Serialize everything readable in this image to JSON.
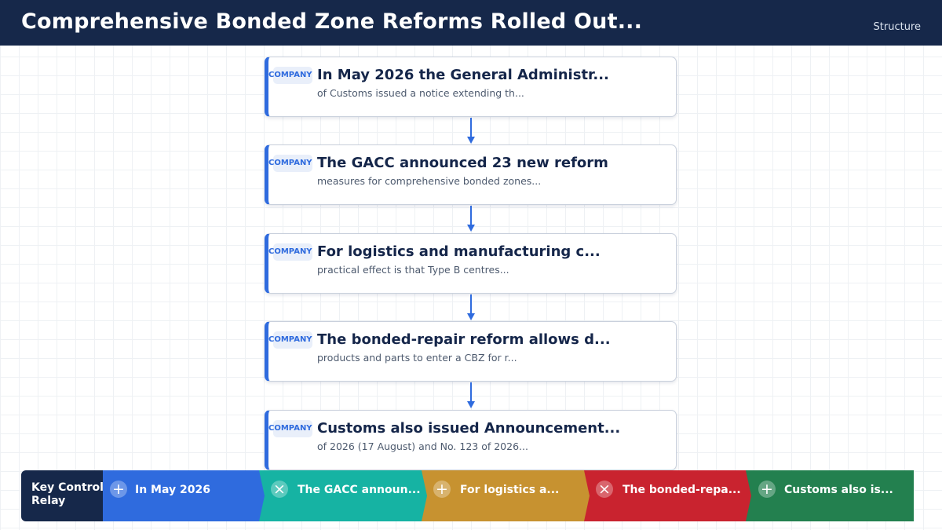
{
  "header": {
    "title": "Comprehensive Bonded Zone Reforms Rolled Out...",
    "tag": "Structure"
  },
  "flow": {
    "cards": [
      {
        "badge": "COMPANY",
        "title": "In May 2026 the General Administr...",
        "desc": "of Customs issued a notice extending th..."
      },
      {
        "badge": "COMPANY",
        "title": "The GACC announced 23 new reform",
        "desc": "measures for comprehensive bonded zones..."
      },
      {
        "badge": "COMPANY",
        "title": "For logistics and manufacturing c...",
        "desc": "practical effect is that Type B centres..."
      },
      {
        "badge": "COMPANY",
        "title": "The bonded-repair reform allows d...",
        "desc": "products and parts to enter a CBZ for r..."
      },
      {
        "badge": "COMPANY",
        "title": "Customs also issued Announcement...",
        "desc": "of 2026 (17 August) and No. 123 of 2026..."
      }
    ]
  },
  "relay": {
    "label": "Key Control Relay",
    "segments": [
      {
        "icon": "plus-icon",
        "symbol": "+",
        "label": "In May 2026",
        "color": "#2f6bde"
      },
      {
        "icon": "close-icon",
        "symbol": "×",
        "label": "The GACC announ...",
        "color": "#16b3a3"
      },
      {
        "icon": "plus-icon",
        "symbol": "+",
        "label": "For logistics a...",
        "color": "#c79230"
      },
      {
        "icon": "close-icon",
        "symbol": "×",
        "label": "The bonded-repa...",
        "color": "#c9232f"
      },
      {
        "icon": "plus-icon",
        "symbol": "+",
        "label": "Customs also is...",
        "color": "#23804f"
      }
    ]
  }
}
